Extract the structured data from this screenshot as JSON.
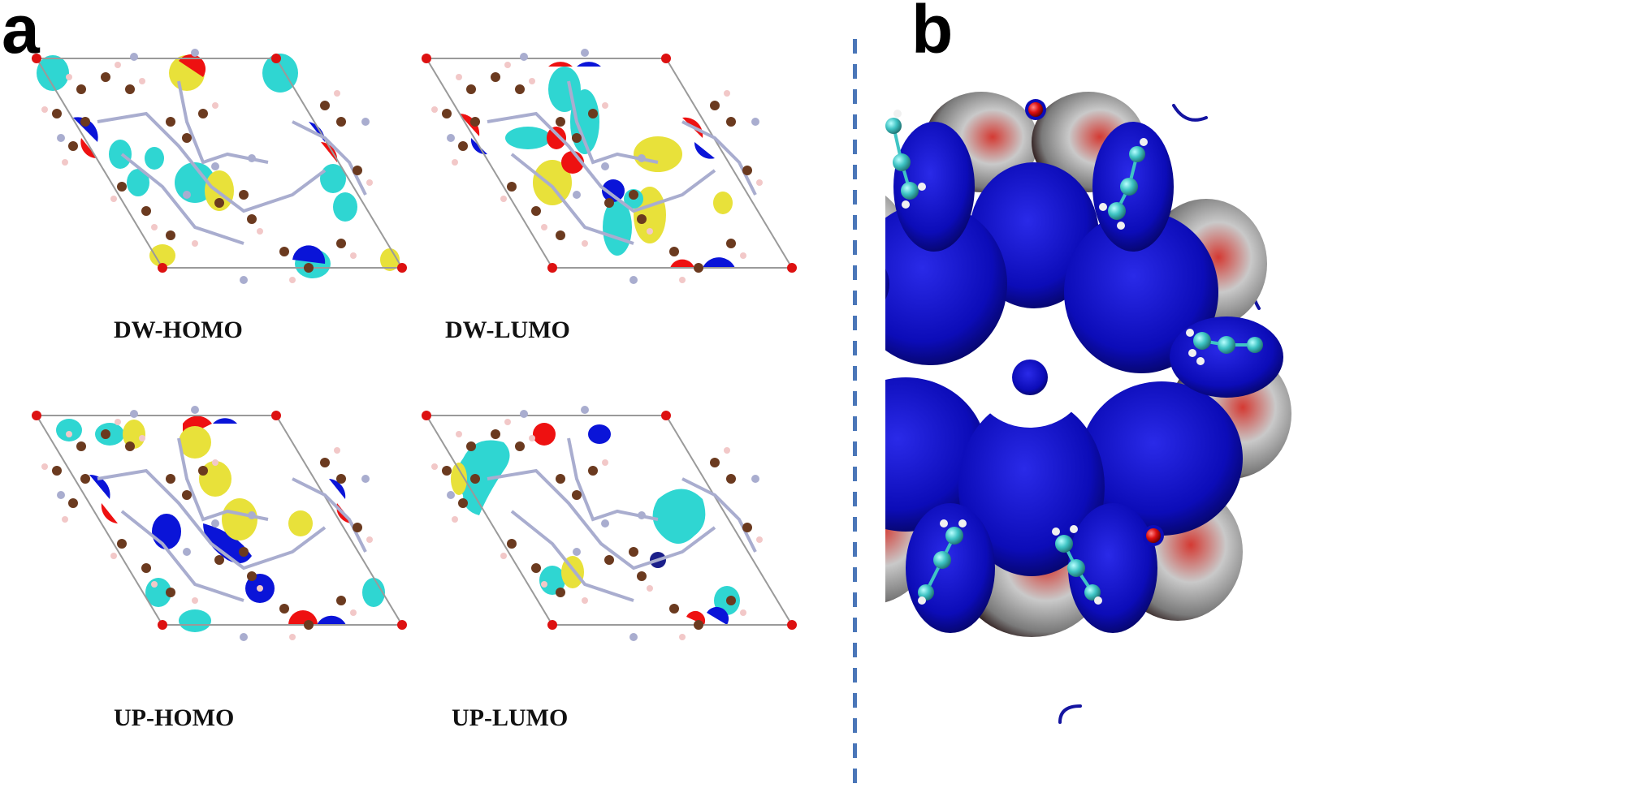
{
  "figure": {
    "panel_a": {
      "letter": "a",
      "subpanels": [
        {
          "id": "dw-homo",
          "label": "DW-HOMO"
        },
        {
          "id": "dw-lumo",
          "label": "DW-LUMO"
        },
        {
          "id": "up-homo",
          "label": "UP-HOMO"
        },
        {
          "id": "up-lumo",
          "label": "UP-LUMO"
        }
      ],
      "isosurface_colors": {
        "positive": "#2fd6d2",
        "negative": "#e8e13a",
        "oxygen_cut": "#ee1111",
        "nitrogen_cut": "#0a14d8"
      },
      "atom_colors": {
        "carbon": "#6b3a1f",
        "hydrogen": "#f2c8c8",
        "nitrogen": "#a9adcf",
        "metal": "#1b1f8a",
        "oxygen": "#dd1111"
      }
    },
    "divider": {
      "style": "dashed",
      "color": "#4a76b8"
    },
    "panel_b": {
      "letter": "b",
      "surface_colors": {
        "negative": "#1010c8",
        "neutral": "#c9c9c9",
        "positive": "#c0302b"
      },
      "atom_colors": {
        "carbon": "#3fc4c4",
        "hydrogen": "#f0f0f0",
        "oxygen": "#dd1111"
      }
    }
  }
}
